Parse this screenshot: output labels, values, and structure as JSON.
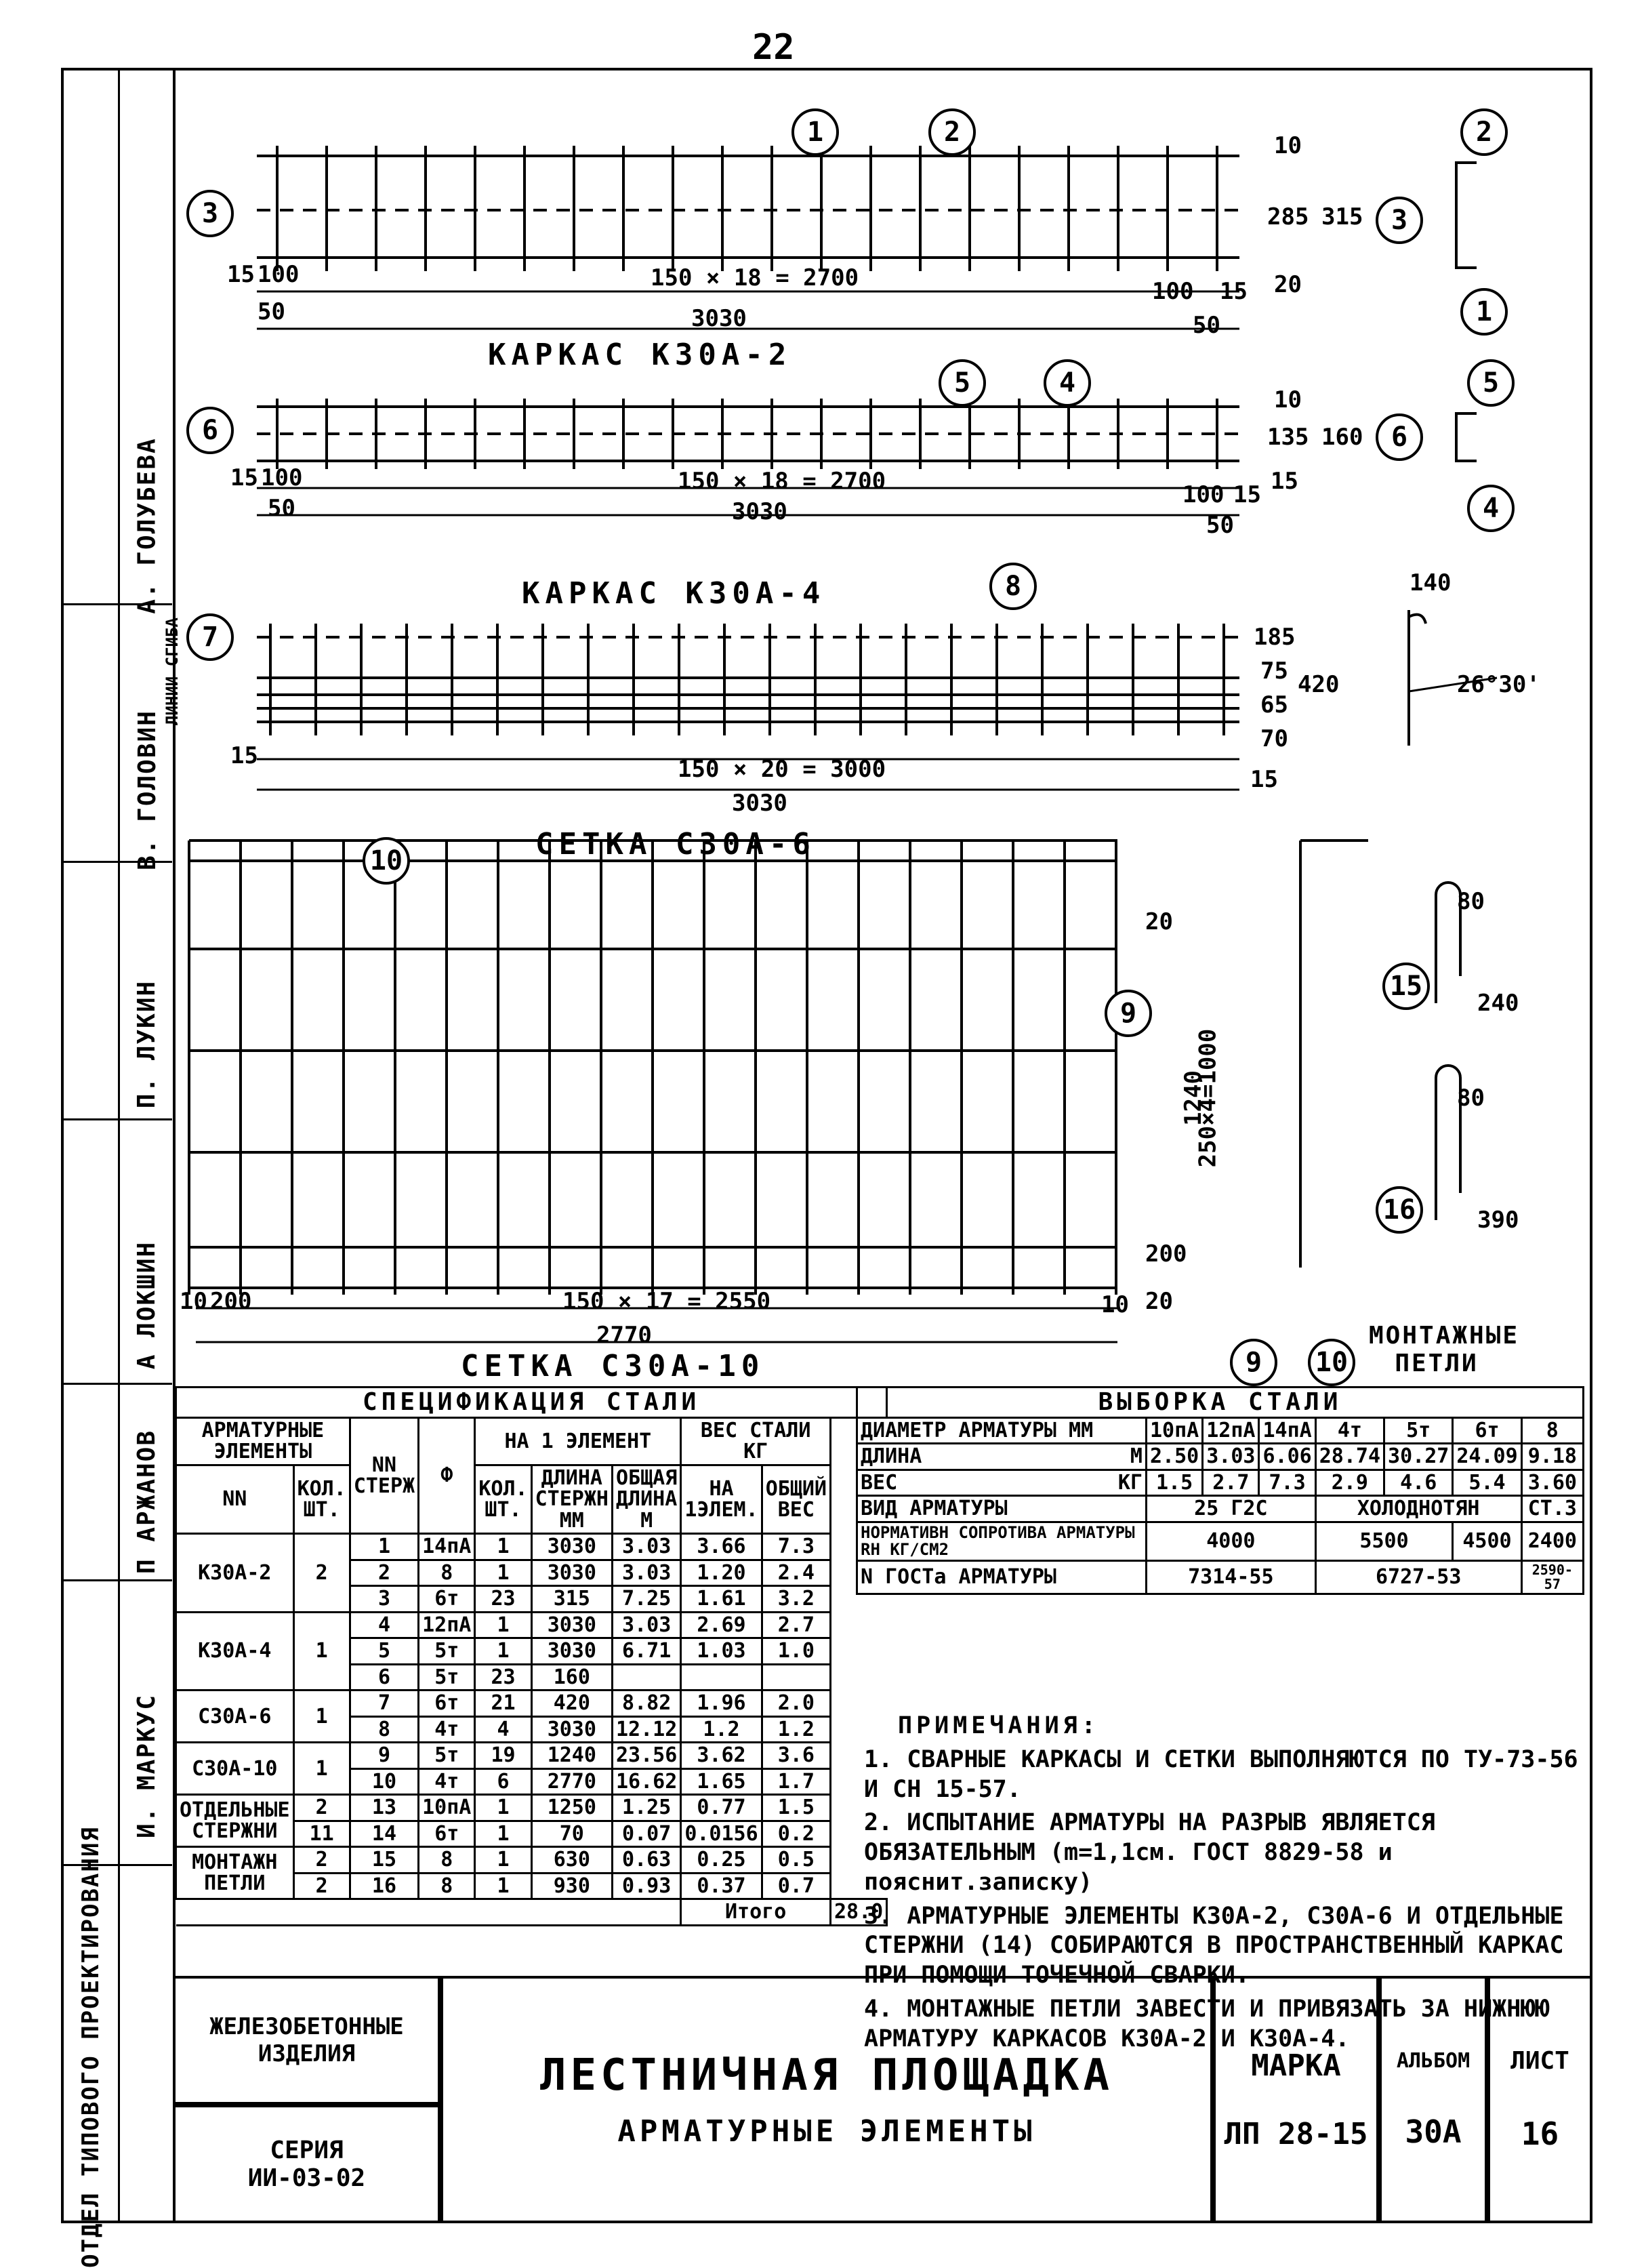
{
  "page_number": "22",
  "side_panel": {
    "names": [
      "А. ГОЛУБЕВА",
      "В. ГОЛОВИН",
      "П. ЛУКИН",
      "А ЛОКШИН",
      "П АРЖАНОВ",
      "И. МАРКУС"
    ],
    "department": "ОТДЕЛ ТИПОВОГО ПРОЕКТИРОВАНИЯ"
  },
  "figures": {
    "k2": {
      "title": "КАРКАС К30А-2",
      "dims": {
        "span": "150 × 18 = 2700",
        "total": "3030",
        "left1": "15",
        "left2": "100",
        "left3": "50",
        "right1": "100",
        "right2": "15",
        "right3": "50",
        "h1": "10",
        "h2": "285",
        "h3": "20",
        "h_total": "315"
      },
      "callouts": [
        "1",
        "2",
        "3"
      ]
    },
    "k4": {
      "title": "КАРКАС К30А-4",
      "dims": {
        "span": "150 × 18 = 2700",
        "total": "3030",
        "left1": "15",
        "left2": "100",
        "left3": "50",
        "right1": "100",
        "right2": "15",
        "right3": "50",
        "h1": "10",
        "h2": "135",
        "h3": "15",
        "h_total": "160"
      },
      "callouts": [
        "4",
        "5",
        "6"
      ]
    },
    "c6": {
      "title": "СЕТКА С30А-6",
      "dims": {
        "span": "150 × 20 = 3000",
        "total": "3030",
        "left": "15",
        "right": "15",
        "v1": "70",
        "v2": "65",
        "v3": "75",
        "v4": "185",
        "v_total": "420",
        "bend_w": "140",
        "angle": "26°30'"
      },
      "bend_label": "ЛИНИИ СГИБА",
      "callouts": [
        "7",
        "8"
      ]
    },
    "c10": {
      "title": "СЕТКА С30А-10",
      "dims": {
        "span": "150 × 17 = 2550",
        "total": "2770",
        "left1": "10",
        "left2": "200",
        "right": "10",
        "v1": "20",
        "v2": "250×4=1000",
        "v3": "200",
        "v4": "20",
        "v_total": "1240"
      },
      "callouts": [
        "9",
        "10"
      ]
    },
    "loops": {
      "title": "МОНТАЖНЫЕ ПЕТЛИ",
      "l15": {
        "callout": "15",
        "w": "80",
        "h": "240"
      },
      "l16": {
        "callout": "16",
        "w": "80",
        "h": "390"
      }
    }
  },
  "spec_table": {
    "title": "СПЕЦИФИКАЦИЯ СТАЛИ",
    "headers": {
      "elements": "АРМАТУРНЫЕ ЭЛЕМЕНТЫ",
      "nn": "NN",
      "kol": "КОЛ. ШТ.",
      "rod": "NN СТЕРЖ",
      "phi": "Ф",
      "mm": "ММ",
      "per_elem": "НА 1 ЭЛЕМЕНТ",
      "kol_sht": "КОЛ. ШТ.",
      "rod_len": "ДЛИНА СТЕРЖН ММ",
      "total_len": "ОБЩАЯ ДЛИНА М",
      "weight": "ВЕС СТАЛИ КГ",
      "w_elem": "НА 1ЭЛЕМ.",
      "w_total": "ОБЩИЙ ВЕС"
    },
    "groups": [
      {
        "name": "К30А-2",
        "qty": "2",
        "rows": [
          {
            "n": "1",
            "d": "14пА",
            "k": "1",
            "len": "3030",
            "tl": "3.03",
            "w1": "3.66",
            "wt": "7.3"
          },
          {
            "n": "2",
            "d": "8",
            "k": "1",
            "len": "3030",
            "tl": "3.03",
            "w1": "1.20",
            "wt": "2.4"
          },
          {
            "n": "3",
            "d": "6т",
            "k": "23",
            "len": "315",
            "tl": "7.25",
            "w1": "1.61",
            "wt": "3.2"
          }
        ]
      },
      {
        "name": "К30А-4",
        "qty": "1",
        "rows": [
          {
            "n": "4",
            "d": "12пА",
            "k": "1",
            "len": "3030",
            "tl": "3.03",
            "w1": "2.69",
            "wt": "2.7"
          },
          {
            "n": "5",
            "d": "5т",
            "k": "1",
            "len": "3030",
            "tl": "6.71",
            "w1": "1.03",
            "wt": "1.0"
          },
          {
            "n": "6",
            "d": "5т",
            "k": "23",
            "len": "160",
            "tl": "",
            "w1": "",
            "wt": ""
          }
        ]
      },
      {
        "name": "С30А-6",
        "qty": "1",
        "rows": [
          {
            "n": "7",
            "d": "6т",
            "k": "21",
            "len": "420",
            "tl": "8.82",
            "w1": "1.96",
            "wt": "2.0"
          },
          {
            "n": "8",
            "d": "4т",
            "k": "4",
            "len": "3030",
            "tl": "12.12",
            "w1": "1.2",
            "wt": "1.2"
          }
        ]
      },
      {
        "name": "С30А-10",
        "qty": "1",
        "rows": [
          {
            "n": "9",
            "d": "5т",
            "k": "19",
            "len": "1240",
            "tl": "23.56",
            "w1": "3.62",
            "wt": "3.6"
          },
          {
            "n": "10",
            "d": "4т",
            "k": "6",
            "len": "2770",
            "tl": "16.62",
            "w1": "1.65",
            "wt": "1.7"
          }
        ]
      },
      {
        "name": "ОТДЕЛЬНЫЕ СТЕРЖНИ",
        "qty": "",
        "rows": [
          {
            "n": "13",
            "qty": "2",
            "d": "10пА",
            "k": "1",
            "len": "1250",
            "tl": "1.25",
            "w1": "0.77",
            "wt": "1.5"
          },
          {
            "n": "14",
            "qty": "11",
            "d": "6т",
            "k": "1",
            "len": "70",
            "tl": "0.07",
            "w1": "0.0156",
            "wt": "0.2"
          }
        ]
      },
      {
        "name": "МОНТАЖН ПЕТЛИ",
        "qty": "",
        "rows": [
          {
            "n": "15",
            "qty": "2",
            "d": "8",
            "k": "1",
            "len": "630",
            "tl": "0.63",
            "w1": "0.25",
            "wt": "0.5"
          },
          {
            "n": "16",
            "qty": "2",
            "d": "8",
            "k": "1",
            "len": "930",
            "tl": "0.93",
            "w1": "0.37",
            "wt": "0.7"
          }
        ]
      }
    ],
    "total_label": "Итого",
    "total_value": "28.0"
  },
  "selection_table": {
    "title": "ВЫБОРКА СТАЛИ",
    "diam_label": "ДИАМЕТР АРМАТУРЫ ММ",
    "diams": [
      "10пА",
      "12пА",
      "14пА",
      "4т",
      "5т",
      "6т",
      "8"
    ],
    "length_label": "ДЛИНА",
    "length_unit": "М",
    "lengths": [
      "2.50",
      "3.03",
      "6.06",
      "28.74",
      "30.27",
      "24.09",
      "9.18"
    ],
    "weight_label": "ВЕС",
    "weight_unit": "КГ",
    "weights": [
      "1.5",
      "2.7",
      "7.3",
      "2.9",
      "4.6",
      "5.4",
      "3.60"
    ],
    "type_label": "ВИД АРМАТУРЫ",
    "type_a": "25 Г2С",
    "type_b": "ХОЛОДНОТЯН",
    "type_c": "СТ.3",
    "resist_label": "НОРМАТИВН СОПРОТИВА АРМАТУРЫ RН КГ/СМ2",
    "resist_a": "4000",
    "resist_b": "5500",
    "resist_c": "4500",
    "resist_d": "2400",
    "gost_label": "N ГОСТа АРМАТУРЫ",
    "gost_a": "7314-55",
    "gost_b": "6727-53",
    "gost_c": "2590-57"
  },
  "notes": {
    "title": "ПРИМЕЧАНИЯ:",
    "items": [
      "1. СВАРНЫЕ КАРКАСЫ И СЕТКИ ВЫПОЛНЯЮТСЯ ПО ТУ-73-56 И СН 15-57.",
      "2. ИСПЫТАНИЕ АРМАТУРЫ НА РАЗРЫВ ЯВЛЯЕТСЯ ОБЯЗАТЕЛЬНЫМ (m=1,1см. ГОСТ 8829-58 и пояснит.записку)",
      "3. АРМАТУРНЫЕ ЭЛЕМЕНТЫ К30А-2, С30А-6 И ОТДЕЛЬНЫЕ СТЕРЖНИ (14) СОБИРАЮТСЯ В ПРОСТРАНСТВЕННЫЙ КАРКАС ПРИ ПОМОЩИ ТОЧЕЧНОЙ СВАРКИ.",
      "4. МОНТАЖНЫЕ ПЕТЛИ ЗАВЕСТИ И ПРИВЯЗАТЬ ЗА НИЖНЮЮ АРМАТУРУ КАРКАСОВ К30А-2 И К30А-4."
    ]
  },
  "stamp": {
    "org": "ЖЕЛЕЗОБЕТОННЫЕ ИЗДЕЛИЯ",
    "series_label": "СЕРИЯ",
    "series": "ИИ-03-02",
    "title": "ЛЕСТНИЧНАЯ ПЛОЩАДКА",
    "subtitle": "АРМАТУРНЫЕ ЭЛЕМЕНТЫ",
    "mark_label": "МАРКА",
    "mark": "ЛП 28-15",
    "album_label": "АЛЬБОМ",
    "album": "30А",
    "sheet_label": "ЛИСТ",
    "sheet": "16"
  }
}
